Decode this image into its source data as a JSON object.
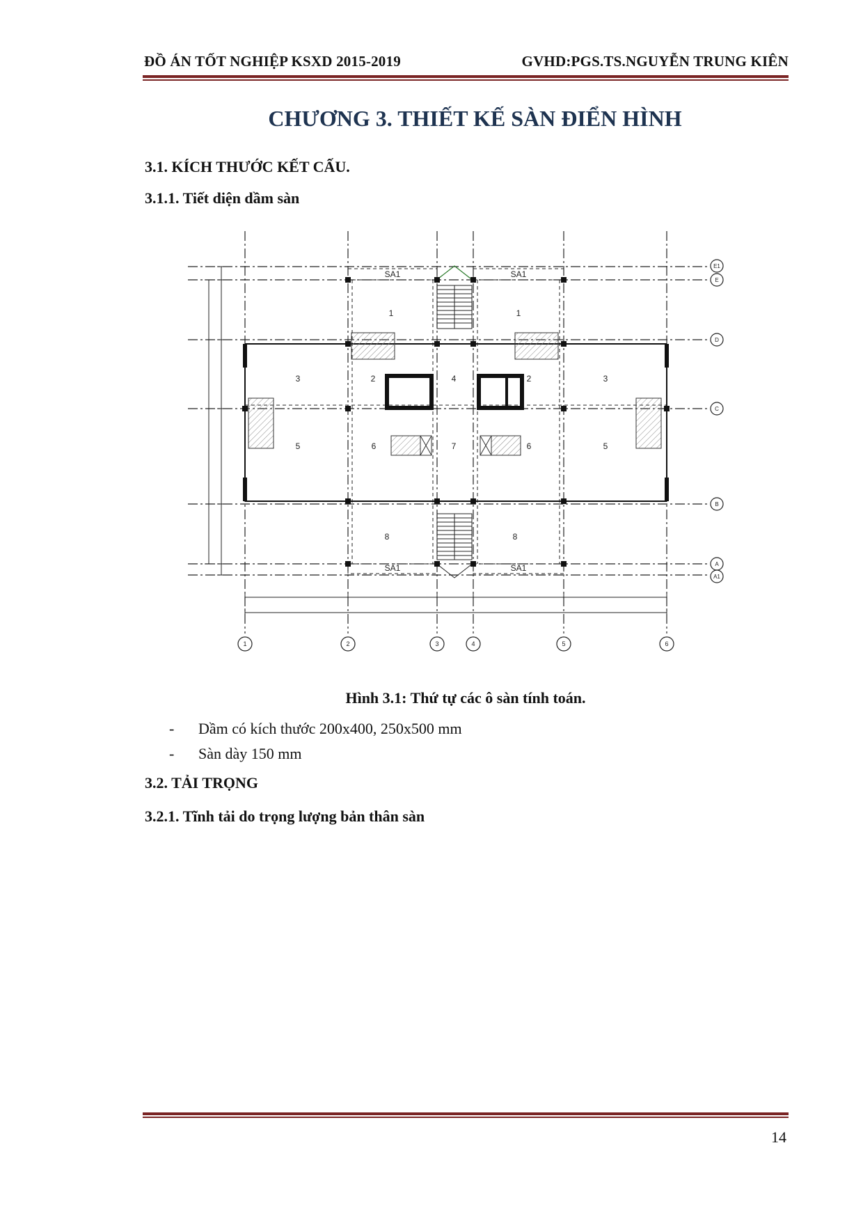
{
  "header": {
    "left": "ĐỒ ÁN TỐT NGHIỆP KSXD 2015-2019",
    "right": "GVHD:PGS.TS.NGUYỄN TRUNG KIÊN"
  },
  "chapter_title": "CHƯƠNG 3. THIẾT KẾ SÀN ĐIỂN HÌNH",
  "sections": {
    "s31": "3.1. KÍCH THƯỚC KẾT CẤU.",
    "s311": "3.1.1. Tiết diện dầm sàn",
    "s32": "3.2. TẢI TRỌNG",
    "s321": "3.2.1. Tĩnh tải do trọng lượng bản thân sàn"
  },
  "figure": {
    "caption": "Hình 3.1: Thứ tự các ô sàn tính toán.",
    "slab_labels": {
      "sa1": "SA1",
      "p1": "1",
      "p2": "2",
      "p3": "3",
      "p4": "4",
      "p5": "5",
      "p6": "6",
      "p7": "7",
      "p8": "8"
    },
    "grid_x": [
      "1",
      "2",
      "3",
      "4",
      "5",
      "6"
    ],
    "grid_y": [
      "E1",
      "E",
      "D",
      "C",
      "B",
      "A",
      "A1"
    ]
  },
  "bullets": [
    {
      "dash": "-",
      "text": "Dầm có kích thước 200x400, 250x500 mm"
    },
    {
      "dash": "-",
      "text": "Sàn dày 150 mm"
    }
  ],
  "page_number": "14",
  "colors": {
    "rule": "#7a2424",
    "chapter": "#1e3350"
  }
}
